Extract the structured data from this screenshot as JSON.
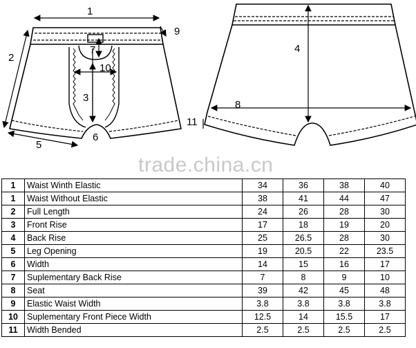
{
  "watermark": "trade.china.cn",
  "diagram": {
    "front_labels": [
      "1",
      "9",
      "2",
      "7",
      "10",
      "3",
      "6",
      "5"
    ],
    "back_labels": [
      "4",
      "8",
      "11"
    ]
  },
  "table": {
    "rows": [
      {
        "no": "1",
        "name": "Waist Winth Elastic",
        "values": [
          "34",
          "36",
          "38",
          "40"
        ]
      },
      {
        "no": "1",
        "name": "Waist Without Elastic",
        "values": [
          "38",
          "41",
          "44",
          "47"
        ]
      },
      {
        "no": "2",
        "name": "Full Length",
        "values": [
          "24",
          "26",
          "28",
          "30"
        ]
      },
      {
        "no": "3",
        "name": "Front Rise",
        "values": [
          "17",
          "18",
          "19",
          "20"
        ]
      },
      {
        "no": "4",
        "name": "Back Rise",
        "values": [
          "25",
          "26.5",
          "28",
          "30"
        ]
      },
      {
        "no": "5",
        "name": "Leg Opening",
        "values": [
          "19",
          "20.5",
          "22",
          "23.5"
        ]
      },
      {
        "no": "6",
        "name": "Width",
        "values": [
          "14",
          "15",
          "16",
          "17"
        ]
      },
      {
        "no": "7",
        "name": "Suplementary Back Rise",
        "values": [
          "7",
          "8",
          "9",
          "10"
        ]
      },
      {
        "no": "8",
        "name": "Seat",
        "values": [
          "39",
          "42",
          "45",
          "48"
        ]
      },
      {
        "no": "9",
        "name": "Elastic Waist Width",
        "values": [
          "3.8",
          "3.8",
          "3.8",
          "3.8"
        ]
      },
      {
        "no": "10",
        "name": "Suplementary Front Piece Width",
        "values": [
          "12.5",
          "14",
          "15.5",
          "17"
        ]
      },
      {
        "no": "11",
        "name": "Width Bended",
        "values": [
          "2.5",
          "2.5",
          "2.5",
          "2.5"
        ]
      }
    ]
  }
}
